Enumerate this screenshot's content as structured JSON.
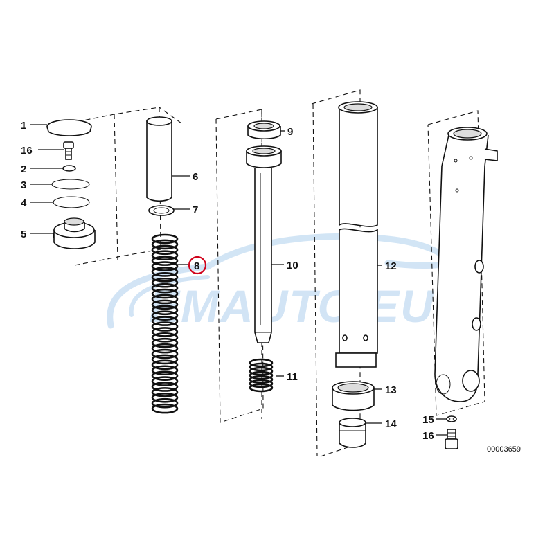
{
  "watermark": {
    "text": "EMAUTO.EU",
    "color": "#c3dcf2"
  },
  "reference_number": "00003659",
  "highlight_color": "#d0021b",
  "highlighted_part": "8",
  "callouts": [
    {
      "id": "c1",
      "label": "1"
    },
    {
      "id": "c16a",
      "label": "16"
    },
    {
      "id": "c2",
      "label": "2"
    },
    {
      "id": "c3",
      "label": "3"
    },
    {
      "id": "c4",
      "label": "4"
    },
    {
      "id": "c5",
      "label": "5"
    },
    {
      "id": "c6",
      "label": "6"
    },
    {
      "id": "c7",
      "label": "7"
    },
    {
      "id": "c8",
      "label": "8"
    },
    {
      "id": "c9",
      "label": "9"
    },
    {
      "id": "c10",
      "label": "10"
    },
    {
      "id": "c11",
      "label": "11"
    },
    {
      "id": "c12",
      "label": "12"
    },
    {
      "id": "c13",
      "label": "13"
    },
    {
      "id": "c14",
      "label": "14"
    },
    {
      "id": "c15",
      "label": "15"
    },
    {
      "id": "c16b",
      "label": "16"
    }
  ]
}
